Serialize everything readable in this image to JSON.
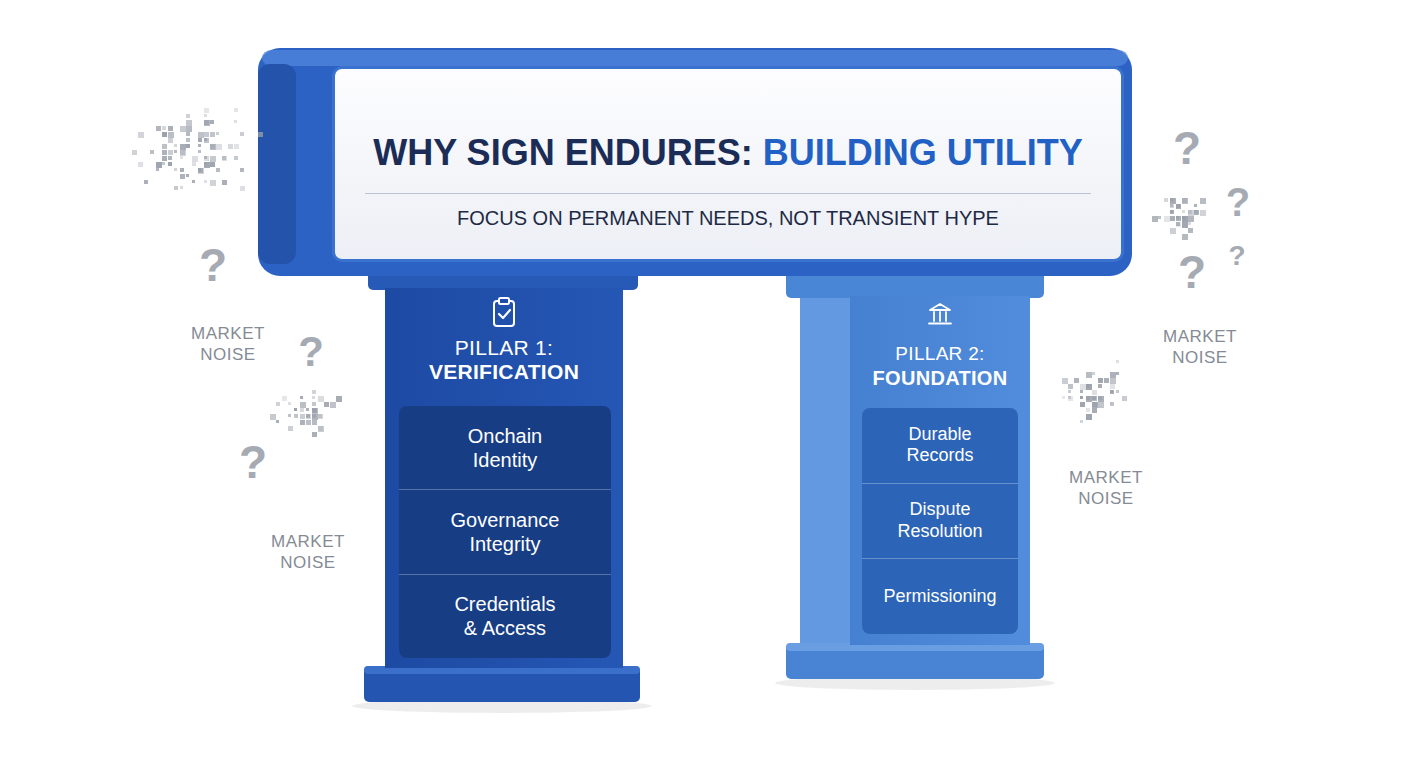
{
  "diagram": {
    "nodes": [
      {
        "text": [
          "WHY SIGN ENDURES:",
          "BUILDING UTILITY",
          "FOCUS ON PERMANENT NEEDS, NOT TRANSIENT HYPE"
        ]
      },
      {
        "text": [
          "PILLAR 1:",
          "VERIFICATION"
        ]
      },
      {
        "text": [
          "Onchain Identity",
          "Governance Integrity",
          "Credentials & Access"
        ],
        "in": 1
      },
      {
        "text": [
          "PILLAR 2:",
          "FOUNDATION"
        ]
      },
      {
        "text": [
          "Durable Records",
          "Dispute Resolution",
          "Permissioning"
        ],
        "in": 3
      }
    ],
    "labels": [
      "?",
      "MARKET NOISE",
      "?",
      "?",
      "MARKET NOISE",
      "?",
      "?",
      "?",
      "?",
      "MARKET NOISE",
      "MARKET NOISE"
    ]
  }
}
